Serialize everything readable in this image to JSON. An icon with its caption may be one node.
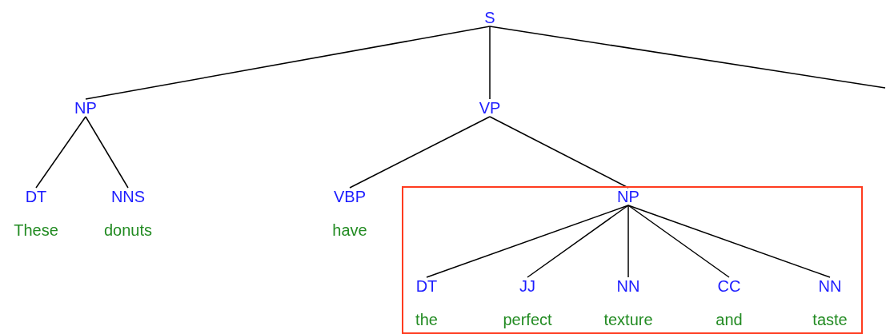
{
  "diagram": {
    "nodes": [
      {
        "text": [
          "S"
        ]
      },
      {
        "text": [
          "NP"
        ]
      },
      {
        "text": [
          "VP"
        ]
      },
      {
        "text": [
          "DT"
        ],
        "beside": [
          "These"
        ]
      },
      {
        "text": [
          "NNS"
        ],
        "beside": [
          "donuts"
        ]
      },
      {
        "text": [
          "VBP"
        ],
        "beside": [
          "have"
        ]
      },
      {
        "text": [],
        "shape": "box"
      },
      {
        "text": [
          "NP"
        ],
        "in": 6
      },
      {
        "text": [
          "DT"
        ],
        "beside": [
          "the"
        ],
        "in": 6
      },
      {
        "text": [
          "JJ"
        ],
        "beside": [
          "perfect"
        ],
        "in": 6
      },
      {
        "text": [
          "NN"
        ],
        "beside": [
          "texture"
        ],
        "in": 6
      },
      {
        "text": [
          "CC"
        ],
        "beside": [
          "and"
        ],
        "in": 6
      },
      {
        "text": [
          "NN"
        ],
        "beside": [
          "taste"
        ],
        "in": 6
      }
    ],
    "edges": [
      {
        "from": 0,
        "to": 1,
        "arrow": "none"
      },
      {
        "from": 0,
        "to": 2,
        "arrow": "none"
      },
      {
        "from": 0,
        "to": null,
        "arrow": "none"
      },
      {
        "from": 1,
        "to": 3,
        "arrow": "none"
      },
      {
        "from": 1,
        "to": 4,
        "arrow": "none"
      },
      {
        "from": 2,
        "to": 5,
        "arrow": "none"
      },
      {
        "from": 2,
        "to": 7,
        "arrow": "none"
      },
      {
        "from": 7,
        "to": 8,
        "arrow": "none"
      },
      {
        "from": 7,
        "to": 9,
        "arrow": "none"
      },
      {
        "from": 7,
        "to": 10,
        "arrow": "none"
      },
      {
        "from": 7,
        "to": 11,
        "arrow": "none"
      },
      {
        "from": 7,
        "to": 12,
        "arrow": "none"
      }
    ]
  }
}
